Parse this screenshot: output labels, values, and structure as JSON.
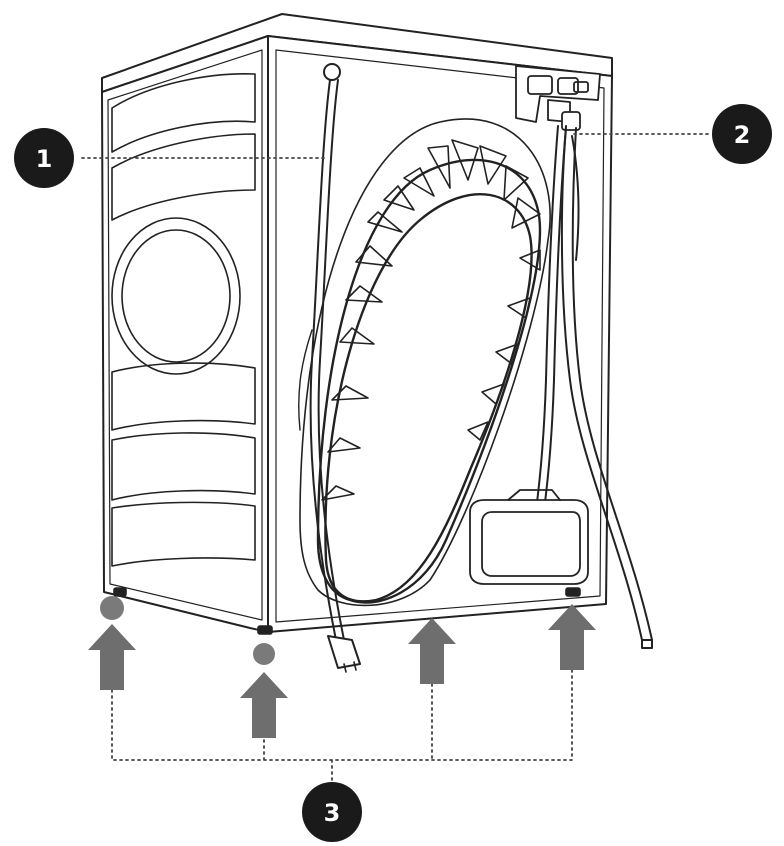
{
  "callouts": [
    {
      "id": "1",
      "label": "1",
      "target": "power-cable"
    },
    {
      "id": "2",
      "label": "2",
      "target": "inlet-hose"
    },
    {
      "id": "3",
      "label": "3",
      "target": "transport-bolts-and-feet"
    }
  ],
  "colors": {
    "badge": "#1a1a1a",
    "badge_text": "#ffffff",
    "arrow": "#6e6e6e",
    "marker": "#7a7a7a",
    "line": "#222222",
    "leader": "#444444"
  },
  "icons": [
    "up-arrow-icon",
    "bolt-hole-icon",
    "number-badge-icon"
  ]
}
